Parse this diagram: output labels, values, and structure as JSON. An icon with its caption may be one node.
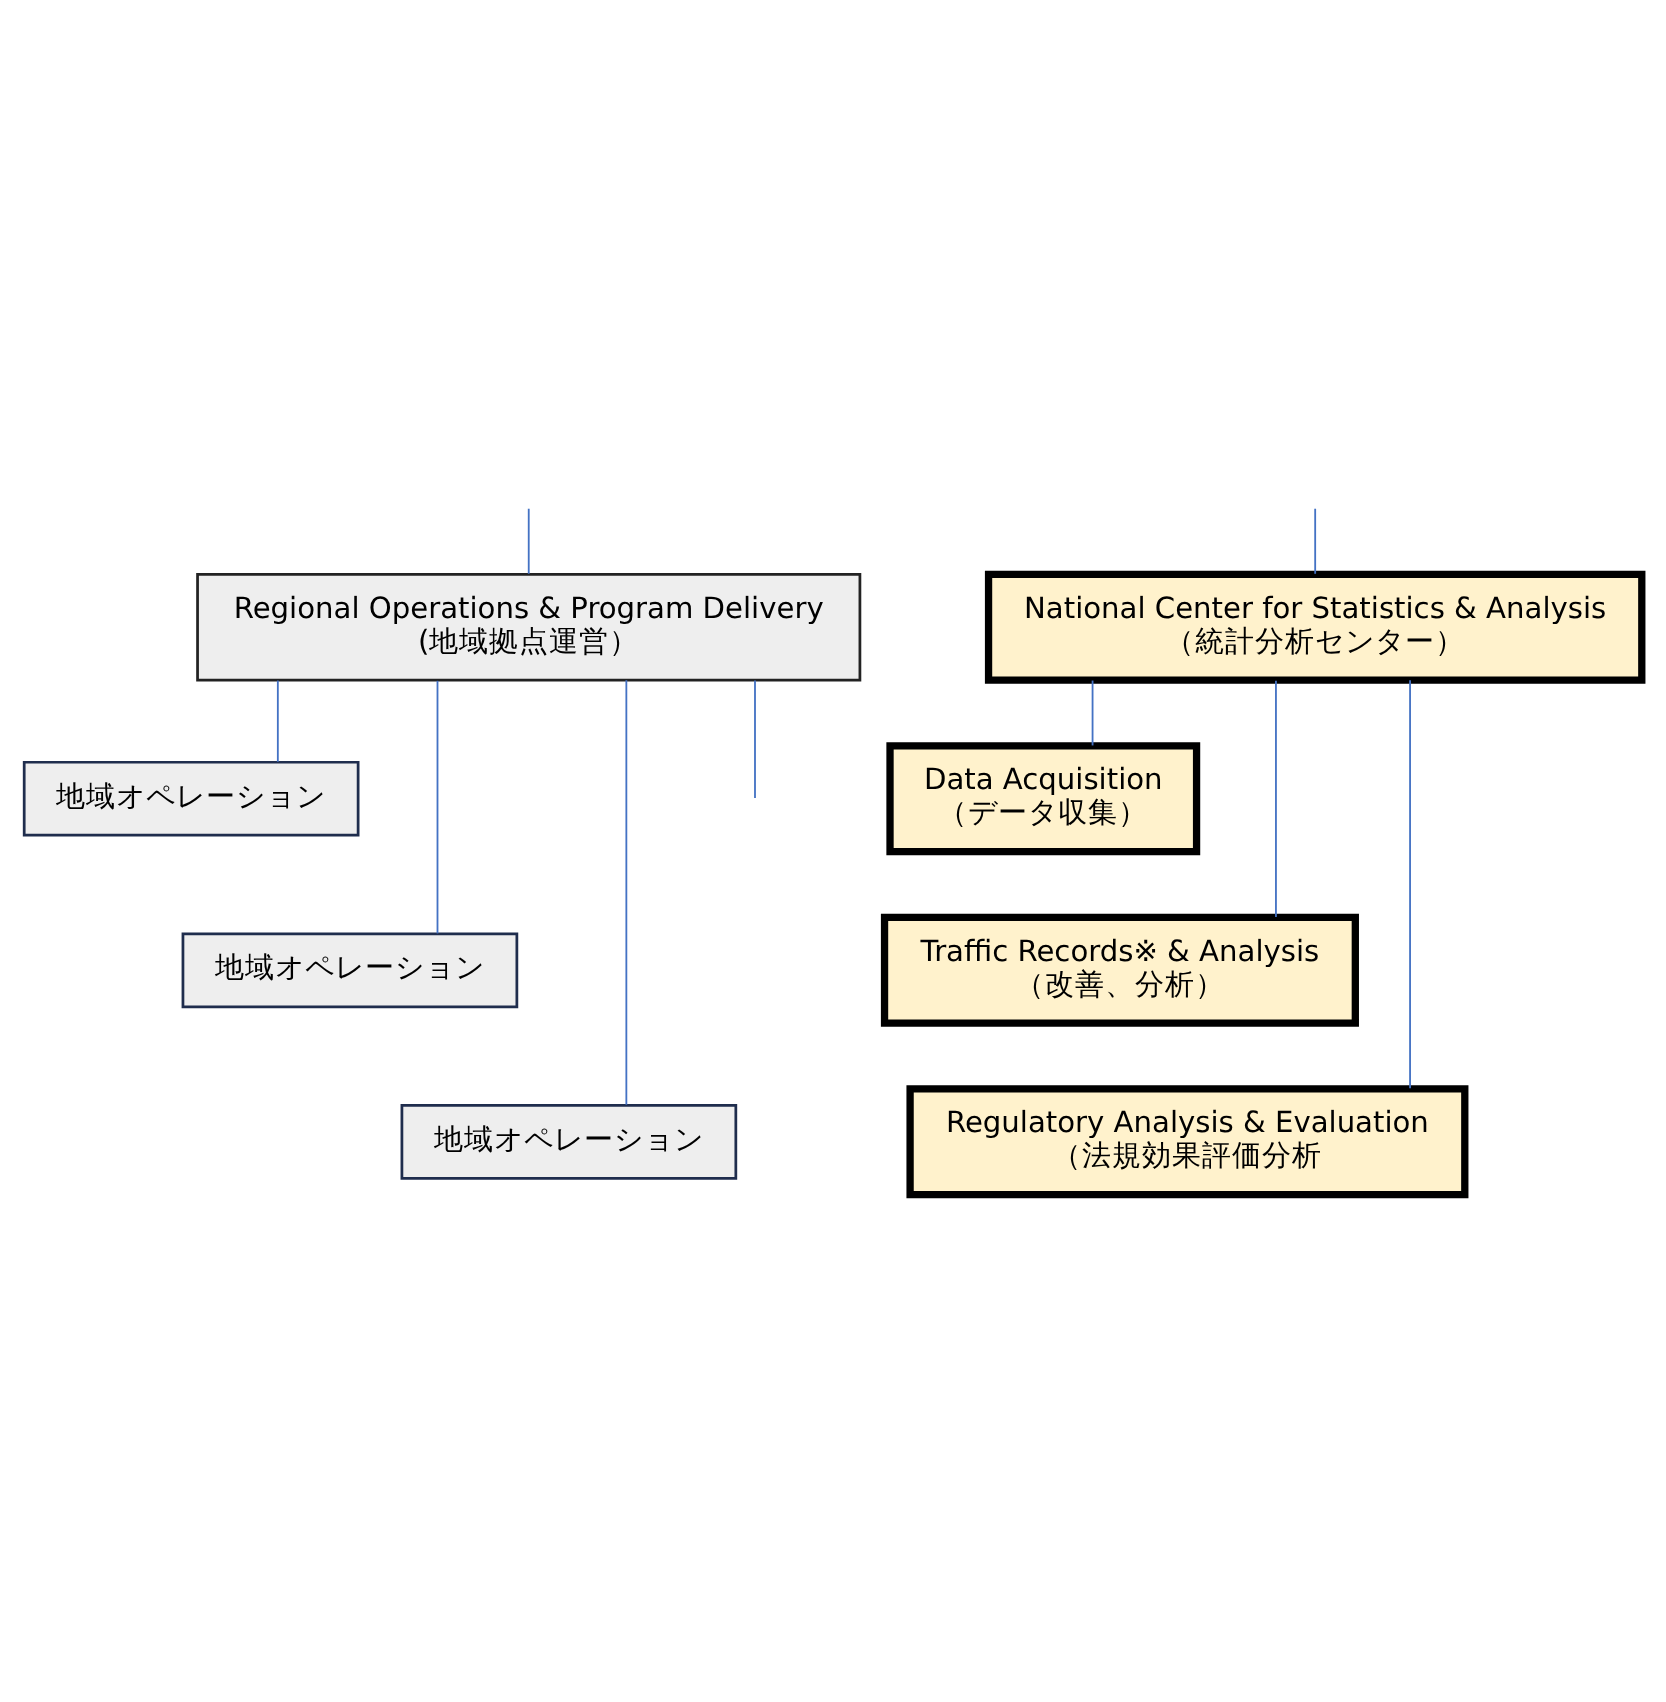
{
  "diagram": {
    "nodes": [
      {
        "text": [
          "Regional Operations & Program Delivery",
          "(地域拠点運営）"
        ]
      },
      {
        "text": [
          "地域オペレーション"
        ]
      },
      {
        "text": [
          "地域オペレーション"
        ]
      },
      {
        "text": [
          "地域オペレーション"
        ]
      },
      {
        "text": [
          "National Center for Statistics & Analysis",
          "（統計分析センター）"
        ]
      },
      {
        "text": [
          "Data Acquisition",
          "（データ収集）"
        ]
      },
      {
        "text": [
          "Traffic Records※ & Analysis",
          "（改善、分析）"
        ]
      },
      {
        "text": [
          "Regulatory Analysis & Evaluation",
          "（法規効果評価分析"
        ]
      }
    ],
    "edges": [
      {
        "from": null,
        "to": 0,
        "arrow": "none"
      },
      {
        "from": null,
        "to": 4,
        "arrow": "none"
      },
      {
        "from": 0,
        "to": 1,
        "arrow": "none"
      },
      {
        "from": 0,
        "to": 2,
        "arrow": "none"
      },
      {
        "from": 0,
        "to": 3,
        "arrow": "none"
      },
      {
        "from": 0,
        "to": null,
        "arrow": "none"
      },
      {
        "from": 4,
        "to": 5,
        "arrow": "none"
      },
      {
        "from": 4,
        "to": 6,
        "arrow": "none"
      },
      {
        "from": 4,
        "to": 7,
        "arrow": "none"
      }
    ]
  }
}
